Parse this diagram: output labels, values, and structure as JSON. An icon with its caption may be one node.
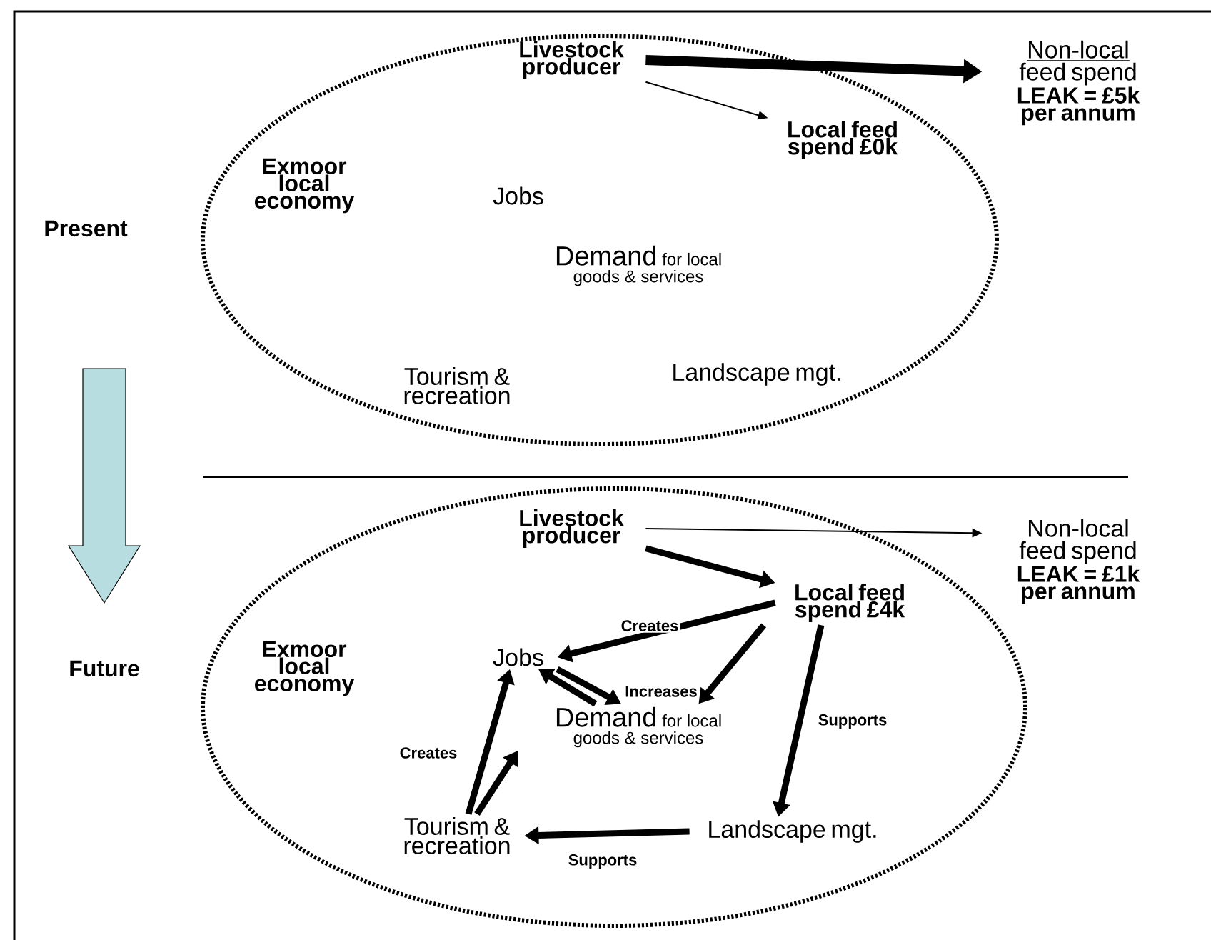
{
  "diagram": {
    "nodes": [
      {
        "text": [
          "Exmoor local economy"
        ]
      },
      {
        "text": [
          "Livestock producer"
        ],
        "in": 0
      },
      {
        "text": [
          "Non-local",
          "feed spend",
          "LEAK = £5k per annum"
        ]
      },
      {
        "text": [
          "Local feed spend £0k"
        ],
        "in": 0
      },
      {
        "text": [
          "Jobs"
        ],
        "in": 0
      },
      {
        "text": [
          "Demand",
          "for local goods & services"
        ],
        "in": 0
      },
      {
        "text": [
          "Tourism & recreation"
        ],
        "in": 0
      },
      {
        "text": [
          "Landscape mgt."
        ],
        "in": 0
      },
      {
        "text": [
          "Exmoor local economy"
        ]
      },
      {
        "text": [
          "Livestock producer"
        ],
        "in": 8
      },
      {
        "text": [
          "Non-local",
          "feed spend",
          "LEAK = £1k per annum"
        ]
      },
      {
        "text": [
          "Local feed spend £4k"
        ],
        "in": 8
      },
      {
        "text": [
          "Jobs"
        ],
        "in": 8
      },
      {
        "text": [
          "Demand",
          "for local goods & services"
        ],
        "in": 8
      },
      {
        "text": [
          "Tourism & recreation"
        ],
        "in": 8
      },
      {
        "text": [
          "Landscape mgt."
        ],
        "in": 8
      }
    ],
    "edges": [
      {
        "from": 1,
        "to": 2,
        "arrow": "to"
      },
      {
        "from": 1,
        "to": 3,
        "arrow": "to"
      },
      {
        "from": 9,
        "to": 10,
        "arrow": "to"
      },
      {
        "from": 9,
        "to": 11,
        "arrow": "to"
      },
      {
        "from": 11,
        "to": 12,
        "arrow": "to",
        "label": "Creates"
      },
      {
        "from": 11,
        "to": 13,
        "arrow": "to"
      },
      {
        "from": 12,
        "to": 13,
        "arrow": "to",
        "label": "Increases"
      },
      {
        "from": 13,
        "to": 12,
        "arrow": "to"
      },
      {
        "from": 11,
        "to": 15,
        "arrow": "to",
        "label": "Supports"
      },
      {
        "from": 15,
        "to": 14,
        "arrow": "to",
        "label": "Supports"
      },
      {
        "from": 14,
        "to": 12,
        "arrow": "to",
        "label": "Creates"
      },
      {
        "from": 14,
        "to": 13,
        "arrow": "to"
      }
    ],
    "labels": [
      "Present",
      "Future"
    ]
  }
}
